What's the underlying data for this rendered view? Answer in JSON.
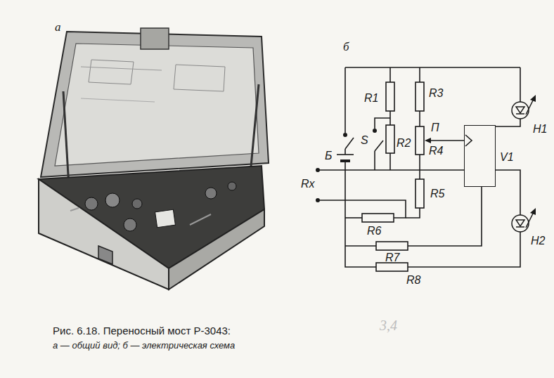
{
  "diagram": {
    "caption": "Рис. 6.18. Переносный мост Р-3043:",
    "nodes": [
      {
        "text": [
          "V1"
        ]
      }
    ],
    "labels": [
      "а",
      "б",
      "R1",
      "R2",
      "R3",
      "R4",
      "R5",
      "R6",
      "R7",
      "R8",
      "S",
      "Б",
      "Rx",
      "П",
      "H1",
      "H2",
      "а — общий вид; б — электрическая схема",
      "3,4"
    ]
  }
}
